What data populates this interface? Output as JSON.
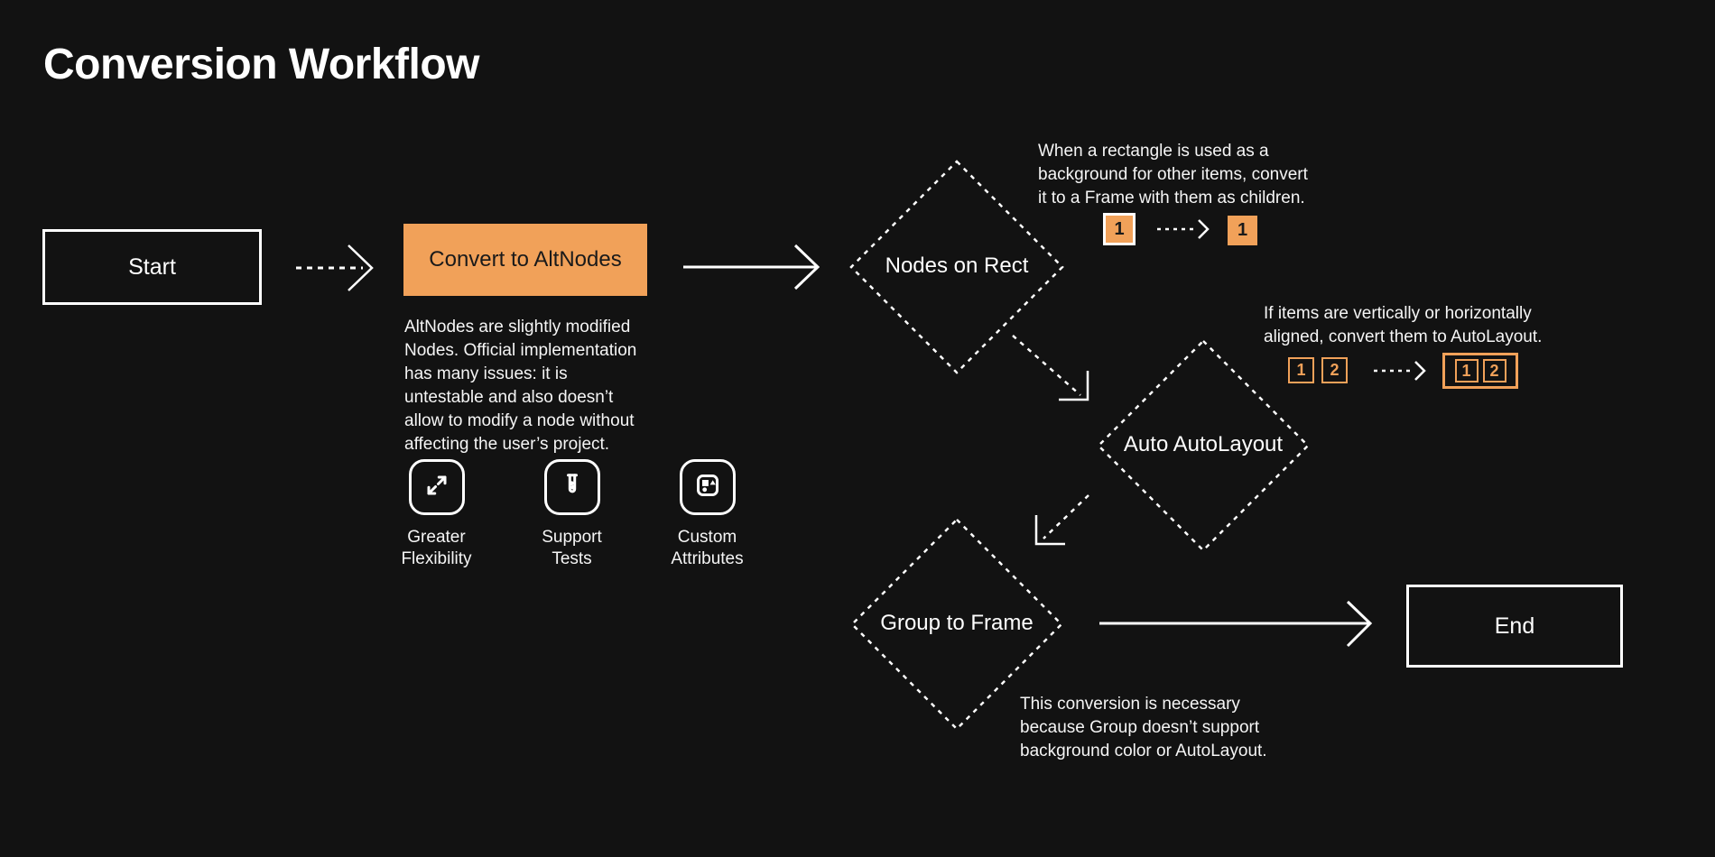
{
  "page": {
    "title": "Conversion Workflow"
  },
  "colors": {
    "background": "#121212",
    "accent": "#F1A159",
    "text": "#F5F5F5",
    "text_on_accent": "#1A1A1A",
    "stroke": "#FFFFFF"
  },
  "nodes": {
    "start": {
      "label": "Start"
    },
    "convert": {
      "label": "Convert to AltNodes",
      "description": "AltNodes are slightly modified\nNodes. Official implementation\nhas many issues: it is\nuntestable and also doesn’t\nallow to modify a node without\naffecting the user’s project."
    },
    "nodes_on_rect": {
      "label": "Nodes on Rect",
      "note": "When a rectangle is used as a\nbackground for other items, convert\nit to a Frame with them as children."
    },
    "auto_autolayout": {
      "label": "Auto AutoLayout",
      "note": "If items are vertically or horizontally\naligned, convert them to AutoLayout."
    },
    "group_to_frame": {
      "label": "Group to Frame",
      "note": "This conversion is necessary\nbecause Group doesn’t support\nbackground color or AutoLayout."
    },
    "end": {
      "label": "End"
    }
  },
  "features": [
    {
      "icon": "expand-arrows-icon",
      "label": "Greater\nFlexibility"
    },
    {
      "icon": "test-tube-icon",
      "label": "Support\nTests"
    },
    {
      "icon": "shapes-icon",
      "label": "Custom\nAttributes"
    }
  ],
  "mini_diagrams": {
    "rect_to_frame": {
      "before": "1",
      "after": "1"
    },
    "autolayout": {
      "before": [
        "1",
        "2"
      ],
      "after": [
        "1",
        "2"
      ]
    }
  }
}
